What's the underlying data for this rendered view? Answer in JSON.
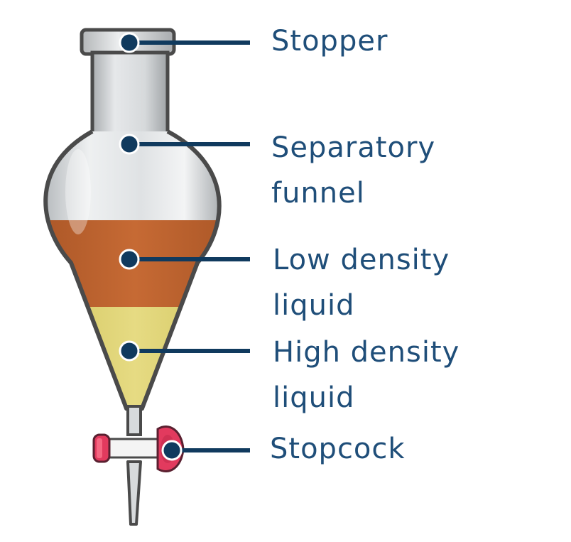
{
  "colors": {
    "label_text": "#1f4e79",
    "leader_line": "#103a5e",
    "low_density_liquid": "#c0642f",
    "high_density_liquid": "#ded172",
    "stopcock_plug": "#e23a5e",
    "glass_outline": "#555555"
  },
  "labels": {
    "stopper": "Stopper",
    "funnel_line1": "Separatory",
    "funnel_line2": "funnel",
    "low_line1": "Low density",
    "low_line2": "liquid",
    "high_line1": "High density",
    "high_line2": "liquid",
    "stopcock": "Stopcock"
  }
}
